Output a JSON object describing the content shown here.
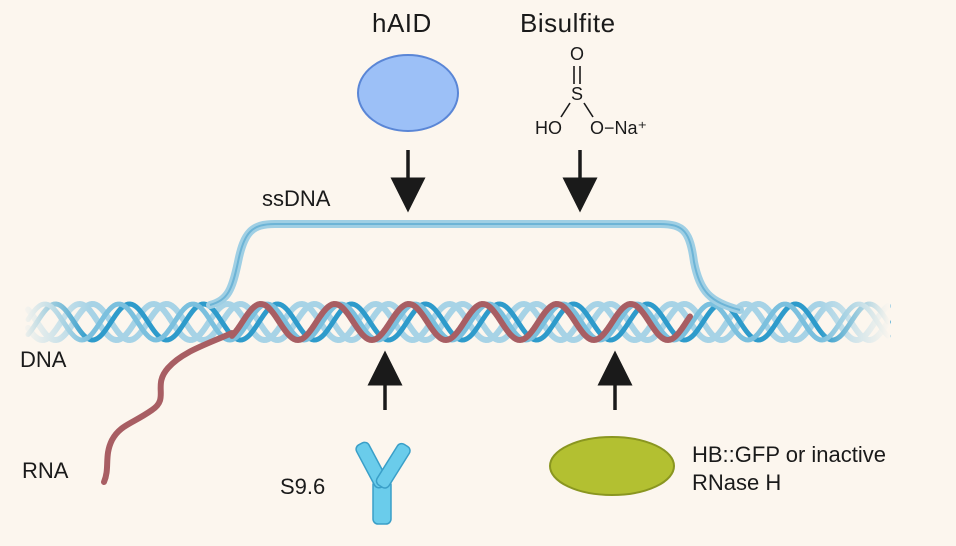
{
  "labels": {
    "haid": "hAID",
    "bisulfite": "Bisulfite",
    "ssdna": "ssDNA",
    "dna": "DNA",
    "rna": "RNA",
    "s96": "S9.6",
    "hb_line1": "HB::GFP or inactive",
    "hb_line2": "RNase H"
  },
  "bisulfite_structure": {
    "top_o": "O",
    "double_bond": "||",
    "s": "S",
    "ho": "HO",
    "ona": "O−Na⁺"
  },
  "colors": {
    "background": "#FCF6EE",
    "haid": "#9CC0F7",
    "dna_dark": "#2E9BCB",
    "dna_light": "#A7D3E6",
    "rna": "#A85E63",
    "antibody": "#6ACCEB",
    "hb": "#B3C031",
    "arrow": "#1a1a1a"
  },
  "icons": [
    "haid-enzyme-icon",
    "antibody-icon",
    "hb-protein-icon",
    "arrow-down-icon",
    "arrow-up-icon"
  ]
}
